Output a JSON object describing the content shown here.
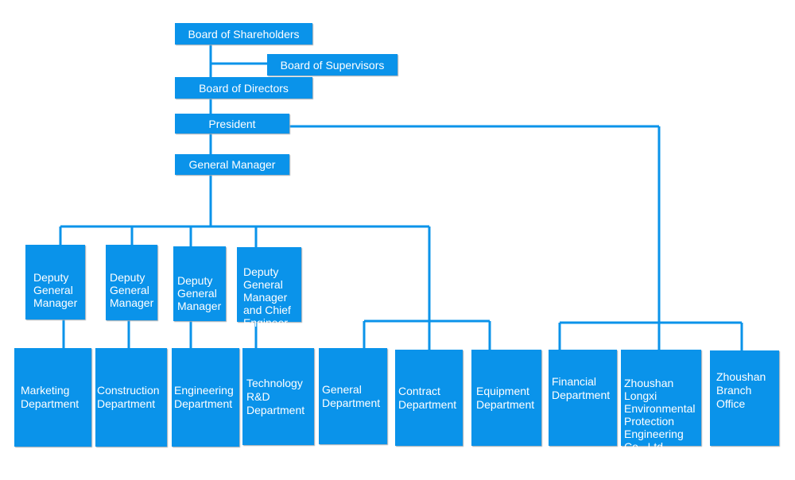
{
  "colors": {
    "box": "#0a93ea",
    "line": "#0a93ea",
    "text": "#ffffff",
    "background": "#ffffff"
  },
  "top": {
    "shareholders": "Board of Shareholders",
    "supervisors": "Board of Supervisors",
    "directors": "Board of Directors",
    "president": "President",
    "general_manager": "General Manager"
  },
  "deputies": [
    "Deputy\nGeneral\nManager",
    "Deputy\nGeneral\nManager",
    "Deputy\nGeneral\nManager",
    "Deputy\nGeneral\nManager\nand Chief\nEngineer"
  ],
  "departments": [
    "Marketing\nDepartment",
    "Construction\nDepartment",
    "Engineering\nDepartment",
    "Technology\nR&D\nDepartment",
    "General\nDepartment",
    "Contract\nDepartment",
    "Equipment\nDepartment",
    "Financial\nDepartment",
    "Zhoushan\n Longxi\nEnvironmental\nProtection\nEngineering\nCo., Ltd",
    "Zhoushan\n Branch\nOffice"
  ]
}
